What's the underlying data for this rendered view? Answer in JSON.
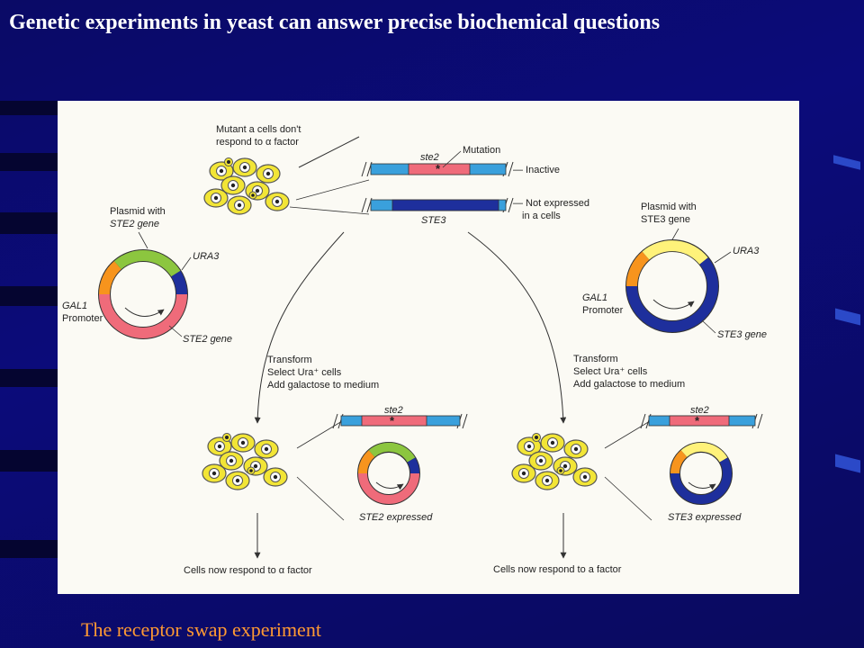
{
  "slide": {
    "title": "Genetic experiments in yeast can answer precise biochemical questions",
    "caption": "The receptor swap experiment"
  },
  "figure": {
    "top": {
      "mutant_line1": "Mutant a cells don't",
      "mutant_line2": "respond to α factor",
      "mutation_label": "Mutation",
      "gene_ste2": "ste2",
      "inactive": "— Inactive",
      "not_expressed_line1": "— Not expressed",
      "not_expressed_line2": "in a cells",
      "gene_ste3": "STE3"
    },
    "left": {
      "plasmid_line1": "Plasmid with",
      "plasmid_line2": "STE2 gene",
      "ura3": "URA3",
      "gal1": "GAL1",
      "promoter": "Promoter",
      "gene_label": "STE2 gene",
      "transform": "Transform",
      "select": "Select Ura⁺ cells",
      "galactose": "Add galactose to medium",
      "result_gene": "ste2",
      "expressed": "STE2 expressed",
      "response": "Cells now respond to α factor"
    },
    "right": {
      "plasmid_line1": "Plasmid with",
      "plasmid_line2": "STE3 gene",
      "ura3": "URA3",
      "gal1": "GAL1",
      "promoter": "Promoter",
      "gene_label": "STE3 gene",
      "transform": "Transform",
      "select": "Select Ura⁺ cells",
      "galactose": "Add galactose to medium",
      "result_gene": "ste2",
      "expressed": "STE3 expressed",
      "response": "Cells now respond to a factor"
    },
    "colors": {
      "green": "#8cc63f",
      "pink": "#ef6b7a",
      "yellow": "#fff27a",
      "navy": "#1e2f9c",
      "blue": "#3aa0dc",
      "orange": "#f7941d",
      "cell": "#f2e536"
    }
  }
}
